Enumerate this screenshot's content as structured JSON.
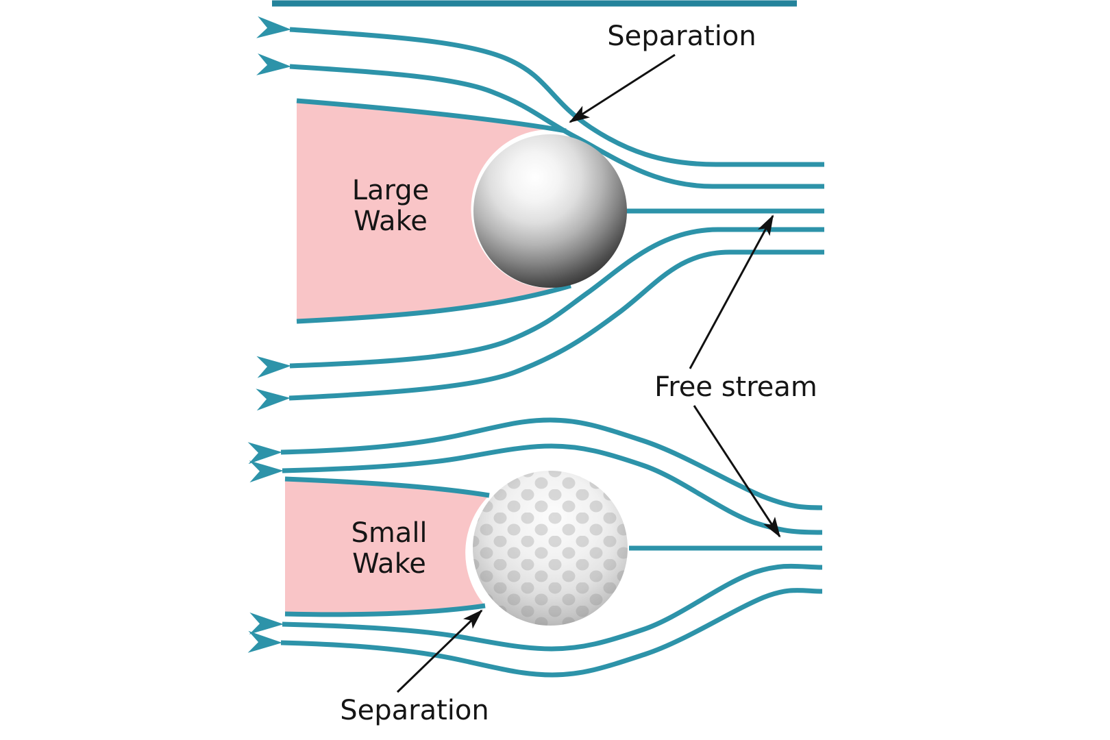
{
  "diagram": {
    "description": "Flow separation comparison: smooth sphere with large wake versus golf ball with small wake",
    "free_stream_label": "Free stream",
    "top_panel": {
      "ball": "smooth-sphere",
      "separation_label": "Separation",
      "wake_line1": "Large",
      "wake_line2": "Wake"
    },
    "bottom_panel": {
      "ball": "golf-ball",
      "separation_label": "Separation",
      "wake_line1": "Small",
      "wake_line2": "Wake"
    },
    "icons": {
      "flow_arrowhead": "swept-back teal arrowhead pointing left (flow direction)",
      "annotation_arrowhead": "thin black barbed arrowhead"
    },
    "colors": {
      "streamline": "#2D93A9",
      "wake_fill": "#F9C5C7",
      "annotation": "#111111",
      "background": "#FFFFFF",
      "text": "#151515"
    }
  }
}
